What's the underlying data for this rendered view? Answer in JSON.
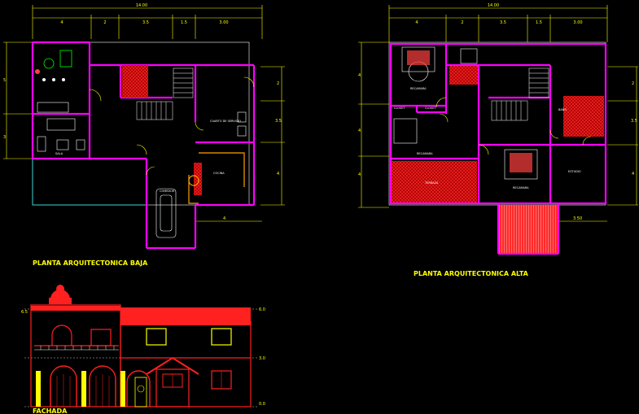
{
  "drawing": {
    "plans": {
      "lower": {
        "title": "PLANTA ARQUITECTONICA BAJA",
        "overall_dim": "14.00",
        "top_dims": [
          "4",
          "2",
          "3.5",
          "1.5",
          "3.00"
        ],
        "left_dims": [
          "5",
          "3"
        ],
        "right_dims": [
          "2",
          "3.5",
          "4"
        ],
        "bottom_dim": "4",
        "rooms": {
          "sala": "SALA",
          "cuarto_servicio": "CUARTO DE SERVICIO",
          "cocina": "COCINA",
          "comedor": "COMEDOR"
        }
      },
      "upper": {
        "title": "PLANTA ARQUITECTONICA ALTA",
        "overall_dim": "14.00",
        "top_dims": [
          "4",
          "2",
          "3.5",
          "1.5",
          "3.00"
        ],
        "left_dims": [
          "4",
          "4",
          "4"
        ],
        "right_dims": [
          "2",
          "3.5",
          "4"
        ],
        "bottom_dim": "3.50",
        "rooms": {
          "recamara1": "RECAMARA",
          "closet1": "CLOSET",
          "closet2": "CLOSET",
          "recamara2": "RECAMARA",
          "terraza": "TERRAZA",
          "recamara3": "RECAMARA",
          "bano": "BAÑO",
          "estudio": "ESTUDIO"
        }
      }
    },
    "facade": {
      "title": "FACHADA",
      "levels": [
        "0.0",
        "3.0",
        "6.0",
        "6.5"
      ]
    }
  },
  "colors": {
    "background": "#000000",
    "walls": "#ff00ff",
    "dimensions": "#ffff00",
    "doors": "#ffff00",
    "furniture": "#ffffff",
    "hatch": "#ff0000",
    "frame": "#ff0000",
    "guide": "#00ffff"
  }
}
